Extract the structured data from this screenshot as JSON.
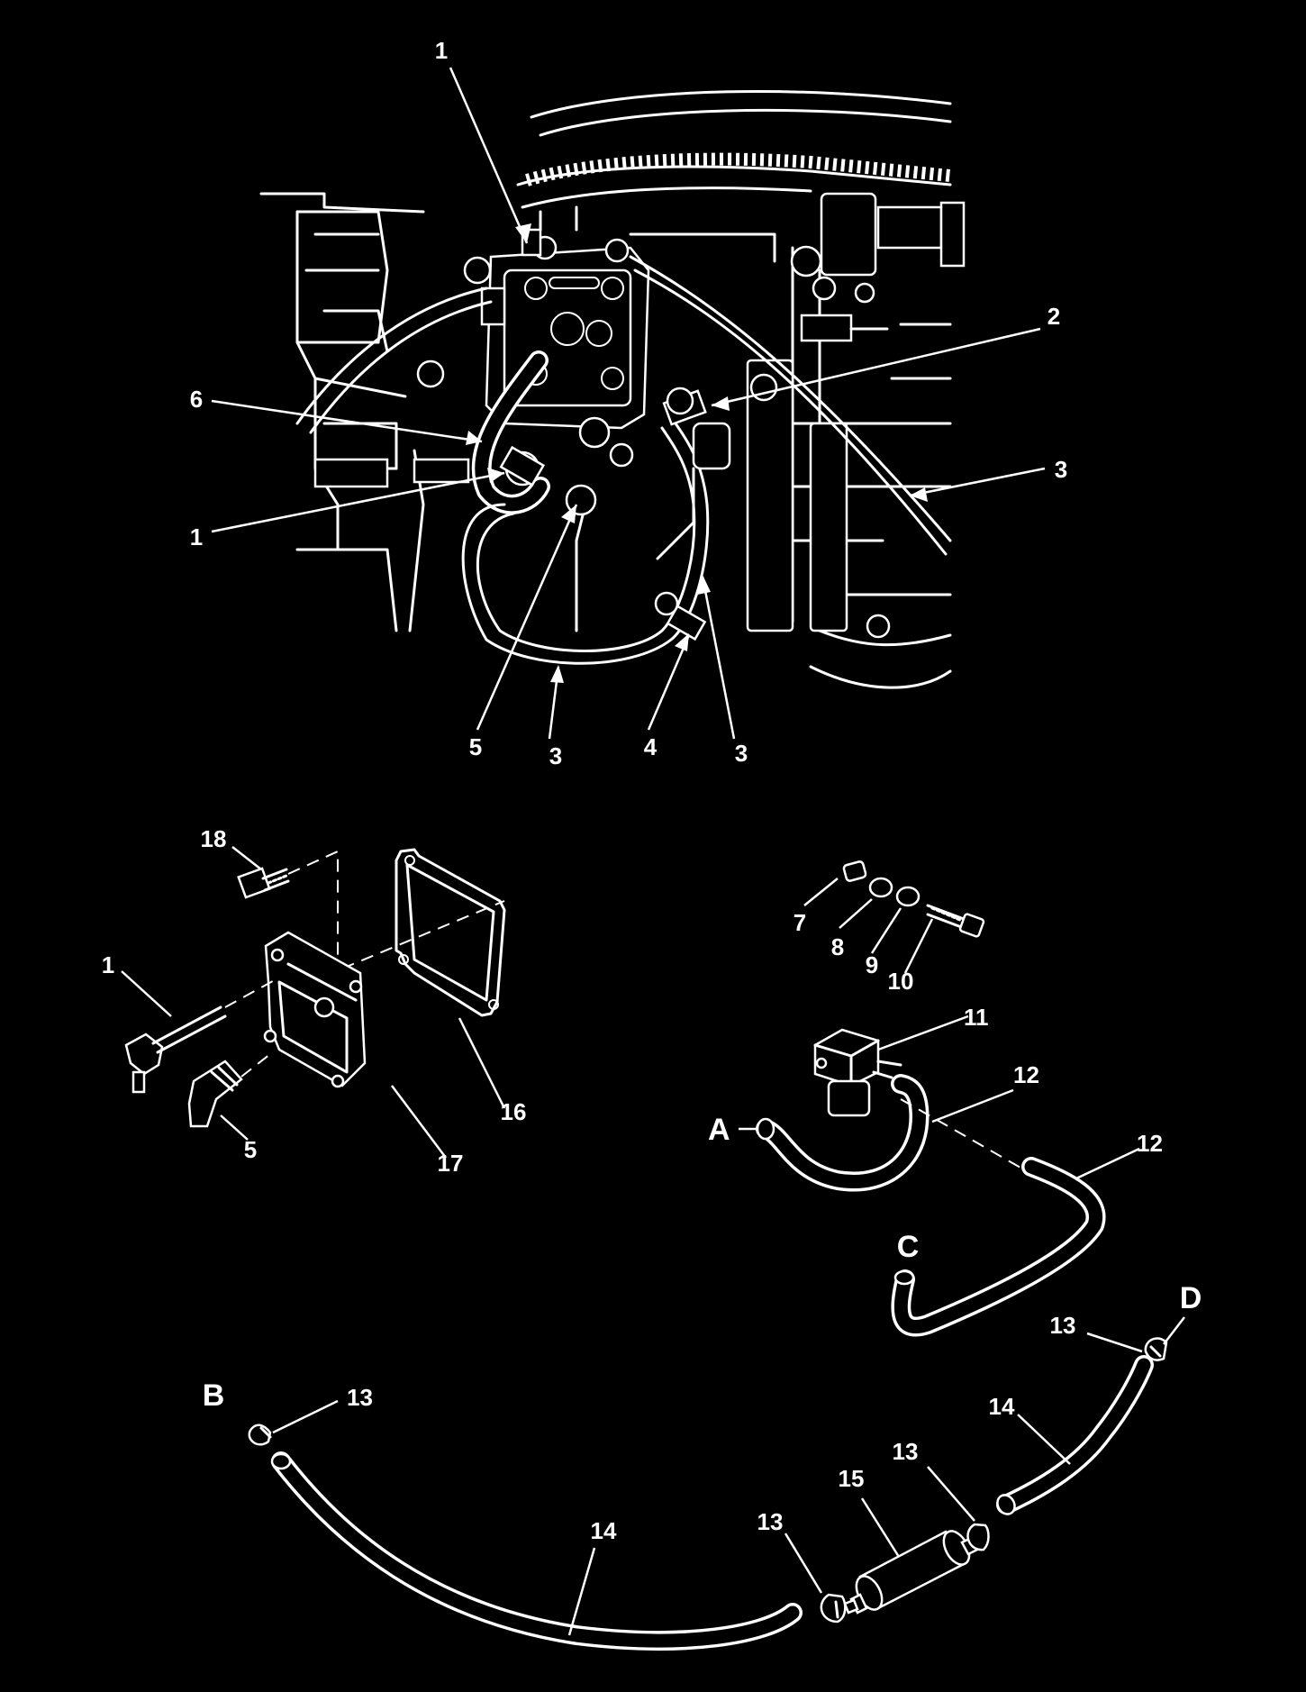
{
  "callouts": {
    "top_1": "1",
    "top_2": "2",
    "top_3_right": "3",
    "top_6": "6",
    "top_1_left": "1",
    "top_5": "5",
    "top_3_bottom": "3",
    "top_4": "4",
    "top_3_bottom_right": "3",
    "p18": "18",
    "p1": "1",
    "p5": "5",
    "p17": "17",
    "p16": "16",
    "p7": "7",
    "p8": "8",
    "p9": "9",
    "p10": "10",
    "p11": "11",
    "p12_a": "12",
    "p12_b": "12",
    "p13_b": "13",
    "p13_d": "13",
    "p13_mid": "13",
    "p13_low": "13",
    "p14_left": "14",
    "p14_right": "14",
    "p15": "15"
  },
  "letters": {
    "A": "A",
    "B": "B",
    "C": "C",
    "D": "D"
  },
  "colors": {
    "background": "#000000",
    "linework": "#ffffff"
  }
}
